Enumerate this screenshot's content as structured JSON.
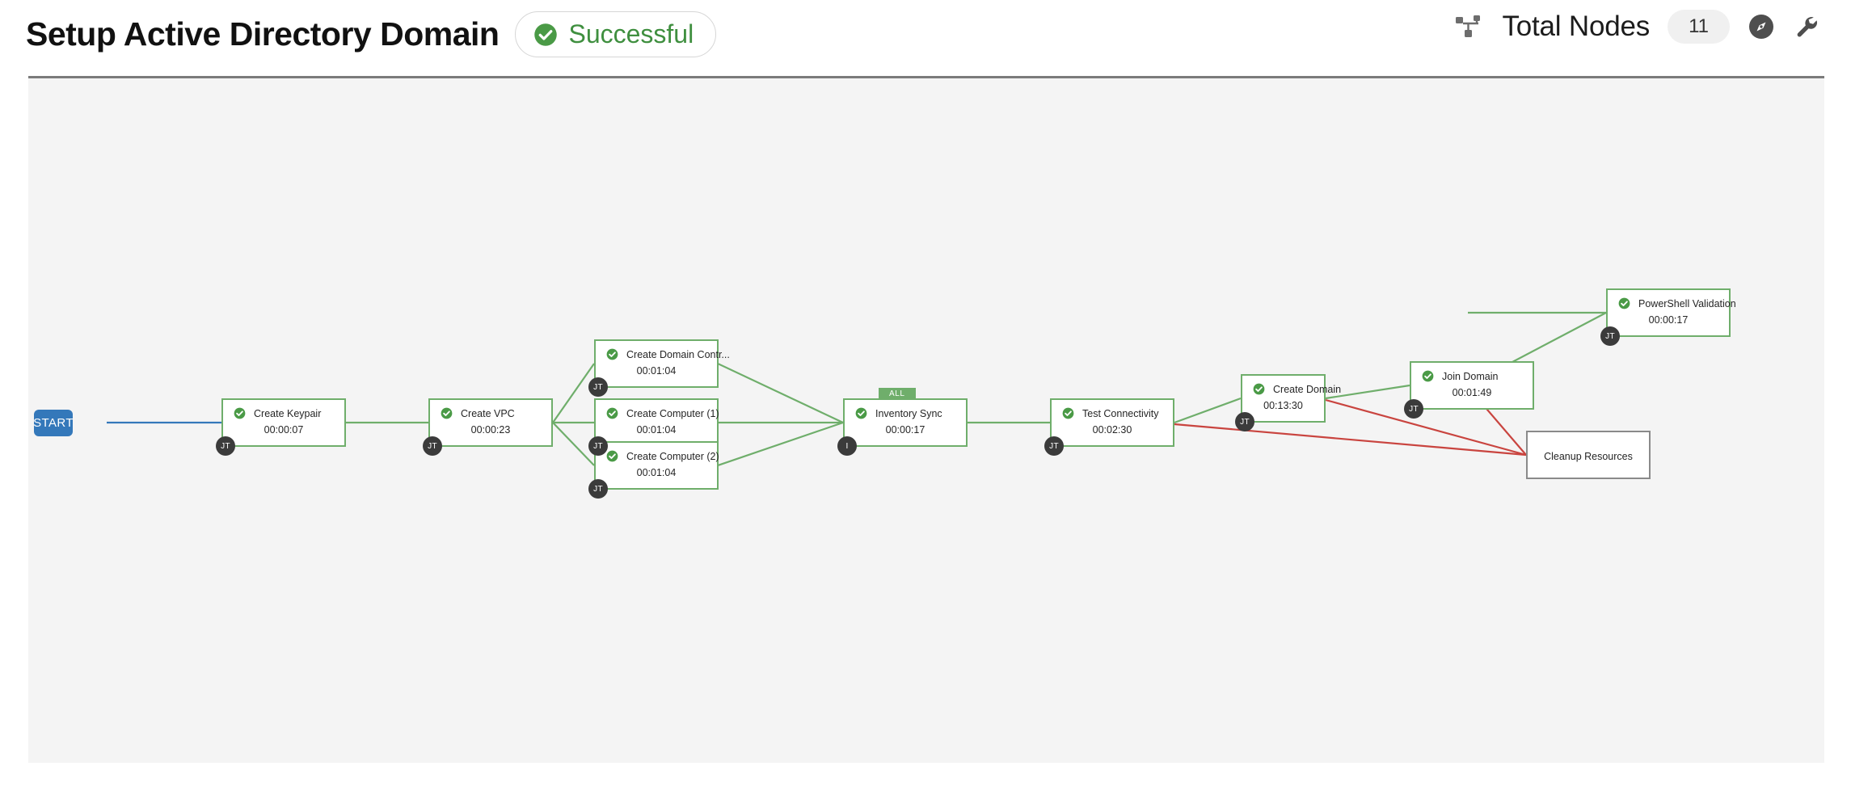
{
  "header": {
    "title": "Setup Active Directory Domain",
    "status": {
      "label": "Successful",
      "icon": "check-circle-icon",
      "color": "#3f8f3f"
    },
    "total_nodes_label": "Total Nodes",
    "total_nodes_count": "11",
    "icons": {
      "sitemap": "sitemap-icon",
      "compass": "compass-icon",
      "wrench": "wrench-icon"
    }
  },
  "canvas": {
    "background": "#f4f4f4",
    "start_label": "START"
  },
  "legend": {
    "success_edge_color": "#6fae6b",
    "failure_edge_color": "#c9443f",
    "start_edge_color": "#3478ba",
    "node_success_border": "#6fae6b",
    "node_pending_border": "#8a8a8a"
  },
  "nodes": [
    {
      "id": "create-keypair",
      "title": "Create Keypair",
      "duration": "00:00:07",
      "status": "success",
      "avatar": "JT"
    },
    {
      "id": "create-vpc",
      "title": "Create VPC",
      "duration": "00:00:23",
      "status": "success",
      "avatar": "JT"
    },
    {
      "id": "create-domain-controller",
      "title": "Create Domain Contr...",
      "duration": "00:01:04",
      "status": "success",
      "avatar": "JT"
    },
    {
      "id": "create-computer-1",
      "title": "Create Computer (1)",
      "duration": "00:01:04",
      "status": "success",
      "avatar": "JT"
    },
    {
      "id": "create-computer-2",
      "title": "Create Computer (2)",
      "duration": "00:01:04",
      "status": "success",
      "avatar": "JT"
    },
    {
      "id": "inventory-sync",
      "title": "Inventory Sync",
      "duration": "00:00:17",
      "status": "success",
      "avatar": "I",
      "convergence_badge": "ALL"
    },
    {
      "id": "test-connectivity",
      "title": "Test Connectivity",
      "duration": "00:02:30",
      "status": "success",
      "avatar": "JT"
    },
    {
      "id": "create-domain",
      "title": "Create Domain",
      "duration": "00:13:30",
      "status": "success",
      "avatar": "JT"
    },
    {
      "id": "join-domain",
      "title": "Join Domain",
      "duration": "00:01:49",
      "status": "success",
      "avatar": "JT"
    },
    {
      "id": "powershell-validation",
      "title": "PowerShell Validation",
      "duration": "00:00:17",
      "status": "success",
      "avatar": "JT"
    },
    {
      "id": "cleanup-resources",
      "title": "Cleanup Resources",
      "duration": "",
      "status": "pending",
      "avatar": ""
    }
  ]
}
